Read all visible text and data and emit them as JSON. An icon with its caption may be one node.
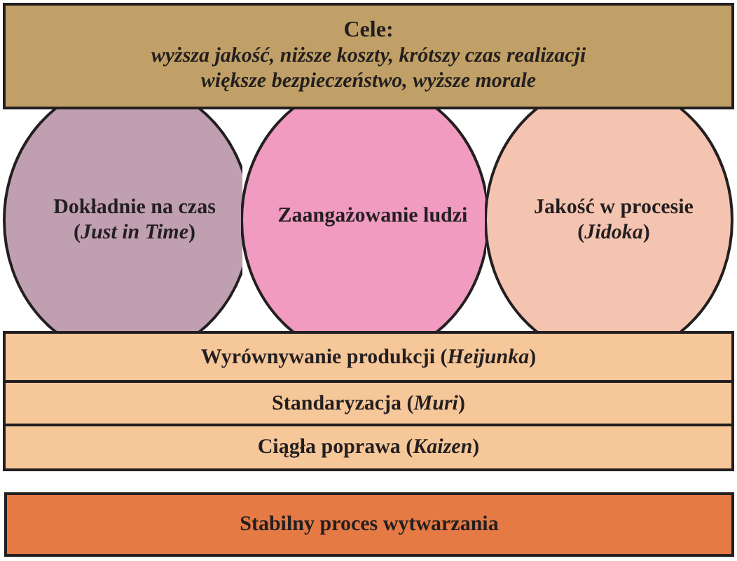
{
  "diagram": {
    "nodes": [
      {
        "text": [
          "Cele:",
          "wyższa jakość, niższe koszty, krótszy czas realizacji większe bezpieczeństwo, wyższe morale"
        ]
      },
      {
        "text": [
          "Dokładnie na czas (*Just in Time*)"
        ]
      },
      {
        "text": [
          "Zaangażowanie ludzi"
        ]
      },
      {
        "text": [
          "Jakość w procesie (*Jidoka*)"
        ]
      },
      {
        "text": [
          "Wyrównywanie produkcji (*Heijunka*)"
        ]
      },
      {
        "text": [
          "Standaryzacja (*Muri*)"
        ]
      },
      {
        "text": [
          "Ciągła poprawa (*Kaizen*)"
        ]
      },
      {
        "text": [
          "Stabilny proces wytwarzania"
        ]
      }
    ]
  }
}
